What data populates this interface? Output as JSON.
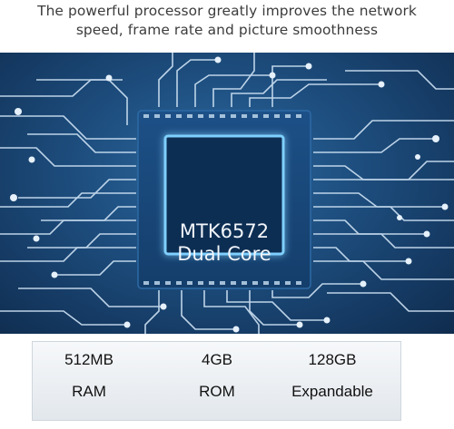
{
  "headline": {
    "line1": "The powerful processor greatly improves the network",
    "line2": "speed, frame rate and picture smoothness"
  },
  "chip": {
    "model": "MTK6572",
    "cores": "Dual Core"
  },
  "specs": [
    {
      "value": "512MB",
      "label": "RAM"
    },
    {
      "value": "4GB",
      "label": "ROM"
    },
    {
      "value": "128GB",
      "label": "Expandable"
    }
  ],
  "colors": {
    "board": "#1e4f80",
    "trace": "#cfe3f5",
    "chip_glow": "#6fc4ff"
  }
}
